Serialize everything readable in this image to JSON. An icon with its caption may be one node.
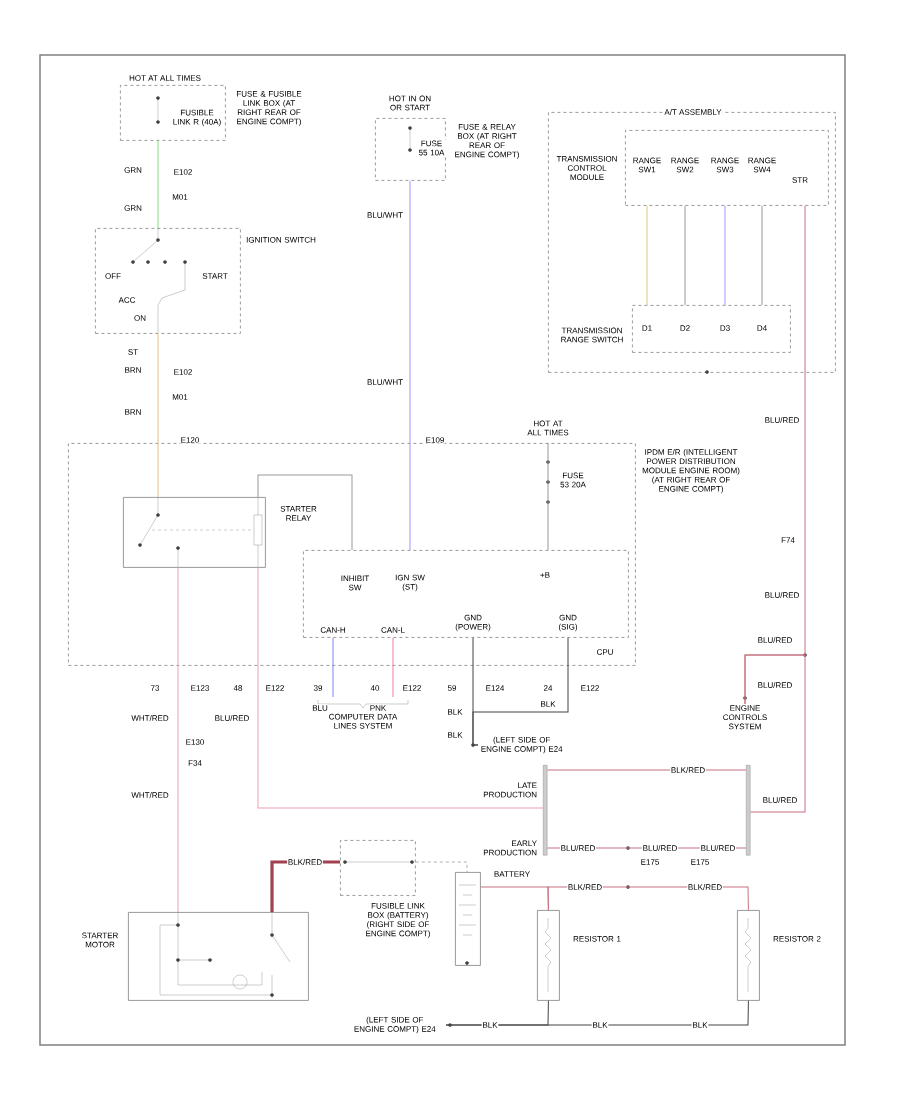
{
  "diagram": {
    "nodes": [
      {
        "text": [
          "HOT AT ALL TIMES",
          "FUSIBLE LINK R (40A)"
        ],
        "beside": [
          "FUSE & FUSIBLE LINK BOX (AT RIGHT REAR OF ENGINE COMPT)"
        ]
      },
      {
        "text": [
          "IGNITION SWITCH",
          "OFF",
          "ACC",
          "ON",
          "START"
        ]
      },
      {
        "text": [
          "HOT IN ON OR START",
          "FUSE 55 10A"
        ],
        "beside": [
          "FUSE & RELAY BOX (AT RIGHT REAR OF ENGINE COMPT)"
        ]
      },
      {
        "text": [
          "A/T ASSEMBLY"
        ]
      },
      {
        "text": [
          "TRANSMISSION CONTROL MODULE",
          "RANGE SW1",
          "RANGE SW2",
          "RANGE SW3",
          "RANGE SW4",
          "STR"
        ],
        "in": 3
      },
      {
        "text": [
          "TRANSMISSION RANGE SWITCH",
          "D1",
          "D2",
          "D3",
          "D4"
        ],
        "in": 3
      },
      {
        "text": [
          "HOT AT ALL TIMES",
          "FUSE 53 20A"
        ],
        "beside": [
          "IPDM E/R (INTELLIGENT POWER DISTRIBUTION MODULE ENGINE ROOM) (AT RIGHT REAR OF ENGINE COMPT)"
        ]
      },
      {
        "text": [
          "STARTER RELAY"
        ],
        "in": 6
      },
      {
        "text": [
          "INHIBIT SW",
          "IGN SW (ST)",
          "+B",
          "CAN-H",
          "CAN-L",
          "GND (POWER)",
          "GND (SIG)",
          "CPU"
        ],
        "in": 6
      },
      {
        "text": [
          "COMPUTER DATA LINES SYSTEM"
        ]
      },
      {
        "text": [
          "(LEFT SIDE OF ENGINE COMPT) E24"
        ]
      },
      {
        "text": [
          "ENGINE CONTROLS SYSTEM"
        ]
      },
      {
        "text": [],
        "shape": "bar"
      },
      {
        "text": [],
        "shape": "bar"
      },
      {
        "text": [
          "STARTER MOTOR"
        ]
      },
      {
        "text": [
          "FUSIBLE LINK BOX (BATTERY) (RIGHT SIDE OF ENGINE COMPT)"
        ]
      },
      {
        "text": [
          "BATTERY"
        ]
      },
      {
        "text": [
          "RESISTOR 1"
        ]
      },
      {
        "text": [
          "RESISTOR 2"
        ]
      },
      {
        "text": [
          "(LEFT SIDE OF ENGINE COMPT) E24"
        ]
      }
    ],
    "edges": [
      {
        "from": 0,
        "to": 1,
        "arrow": "none",
        "color": "#80e080"
      },
      {
        "from": 1,
        "to": 7,
        "arrow": "none",
        "color": "#e8c080"
      },
      {
        "from": 2,
        "to": 8,
        "arrow": "none",
        "color": "#9999ff"
      },
      {
        "from": 4,
        "to": 5,
        "arrow": "none",
        "color": "#e8c080"
      },
      {
        "from": 4,
        "to": 5,
        "arrow": "none"
      },
      {
        "from": 4,
        "to": 5,
        "arrow": "none",
        "color": "#9999ff"
      },
      {
        "from": 4,
        "to": 5,
        "arrow": "none"
      },
      {
        "from": 4,
        "to": 11,
        "arrow": "none",
        "color": "#c87080"
      },
      {
        "from": 13,
        "to": 11,
        "arrow": "none",
        "color": "#c87080"
      },
      {
        "from": 6,
        "to": 8,
        "arrow": "none"
      },
      {
        "from": 7,
        "to": 8,
        "arrow": "none"
      },
      {
        "from": 7,
        "to": 12,
        "arrow": "none",
        "color": "#f0a0b0"
      },
      {
        "from": 7,
        "to": 14,
        "arrow": "none",
        "color": "#f0a0b0"
      },
      {
        "from": 8,
        "to": 9,
        "arrow": "none",
        "color": "#8080ff"
      },
      {
        "from": 8,
        "to": 9,
        "arrow": "none",
        "color": "#f08098"
      },
      {
        "from": 8,
        "to": 10,
        "arrow": "none",
        "color": "#444444"
      },
      {
        "from": 8,
        "to": 10,
        "arrow": "none",
        "color": "#444444"
      },
      {
        "from": 12,
        "to": 13,
        "arrow": "none",
        "color": "#c87080"
      },
      {
        "from": 12,
        "to": 13,
        "arrow": "none",
        "color": "#c87080"
      },
      {
        "from": 15,
        "to": 14,
        "arrow": "none",
        "style": "thick",
        "color": "#a04050"
      },
      {
        "from": 15,
        "to": 16,
        "arrow": "none",
        "style": "dashed"
      },
      {
        "from": 16,
        "to": 17,
        "arrow": "none",
        "color": "#c87080"
      },
      {
        "from": 17,
        "to": 18,
        "arrow": "none",
        "color": "#c87080"
      },
      {
        "from": 17,
        "to": 19,
        "arrow": "none",
        "color": "#444444"
      },
      {
        "from": 18,
        "to": 19,
        "arrow": "none",
        "color": "#444444"
      }
    ],
    "labels": [
      "GRN",
      "E102",
      "M01",
      "GRN",
      "ST",
      "BRN",
      "E102",
      "M01",
      "BRN",
      "E120",
      "BLU/WHT",
      "BLU/WHT",
      "E109",
      "73",
      "E123",
      "48",
      "E122",
      "39",
      "40",
      "E122",
      "59",
      "E124",
      "24",
      "E122",
      "WHT/RED",
      "BLU/RED",
      "E130",
      "F34",
      "WHT/RED",
      "BLU",
      "PNK",
      "BLK",
      "BLK",
      "BLK",
      "BLU/RED",
      "F74",
      "BLU/RED",
      "BLU/RED",
      "BLU/RED",
      "BLU/RED",
      "LATE PRODUCTION",
      "EARLY PRODUCTION",
      "BLK/RED",
      "BLU/RED",
      "BLU/RED",
      "BLU/RED",
      "E175",
      "E175",
      "BLK/RED",
      "BLK/RED",
      "BLK/RED",
      "BLK",
      "BLK",
      "BLK"
    ]
  }
}
